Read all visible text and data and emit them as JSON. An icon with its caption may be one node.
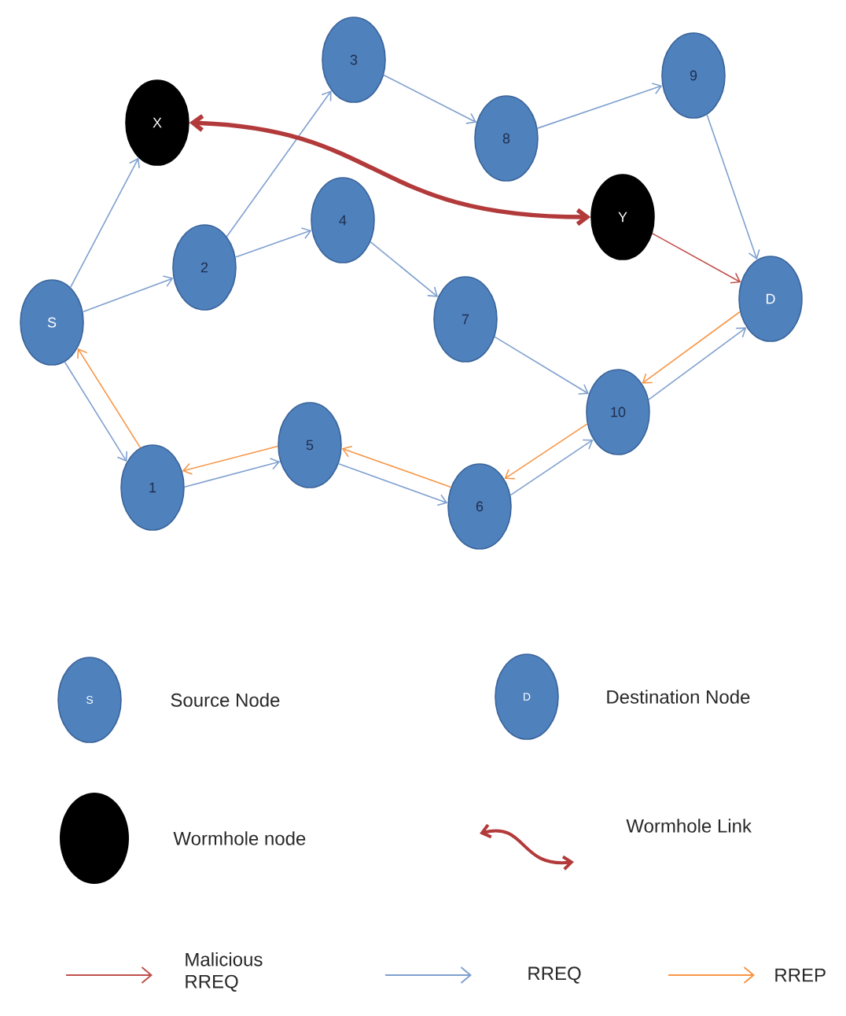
{
  "diagram": {
    "nodes": [
      {
        "text": [
          "X"
        ]
      },
      {
        "text": [
          "3"
        ]
      },
      {
        "text": [
          "8"
        ]
      },
      {
        "text": [
          "9"
        ]
      },
      {
        "text": [
          "2"
        ]
      },
      {
        "text": [
          "4"
        ]
      },
      {
        "text": [
          "Y"
        ]
      },
      {
        "text": [
          "S"
        ]
      },
      {
        "text": [
          "D"
        ]
      },
      {
        "text": [
          "7"
        ]
      },
      {
        "text": [
          "10"
        ]
      },
      {
        "text": [
          "1"
        ]
      },
      {
        "text": [
          "5"
        ]
      },
      {
        "text": [
          "6"
        ]
      }
    ],
    "edges": [
      {
        "from": 7,
        "to": 0,
        "arrow": "to"
      },
      {
        "from": 7,
        "to": 4,
        "arrow": "to"
      },
      {
        "from": 4,
        "to": 1,
        "arrow": "to"
      },
      {
        "from": 4,
        "to": 5,
        "arrow": "to"
      },
      {
        "from": 1,
        "to": 2,
        "arrow": "to"
      },
      {
        "from": 2,
        "to": 3,
        "arrow": "to"
      },
      {
        "from": 3,
        "to": 8,
        "arrow": "to"
      },
      {
        "from": 5,
        "to": 9,
        "arrow": "to"
      },
      {
        "from": 9,
        "to": 10,
        "arrow": "to"
      },
      {
        "from": 10,
        "to": 8,
        "arrow": "to"
      },
      {
        "from": 7,
        "to": 11,
        "arrow": "to"
      },
      {
        "from": 11,
        "to": 12,
        "arrow": "to"
      },
      {
        "from": 12,
        "to": 13,
        "arrow": "to"
      },
      {
        "from": 13,
        "to": 10,
        "arrow": "to"
      },
      {
        "from": 8,
        "to": 10,
        "arrow": "to",
        "color": "#f79646"
      },
      {
        "from": 10,
        "to": 13,
        "arrow": "to",
        "color": "#f79646"
      },
      {
        "from": 13,
        "to": 12,
        "arrow": "to",
        "color": "#f79646"
      },
      {
        "from": 12,
        "to": 11,
        "arrow": "to",
        "color": "#f79646"
      },
      {
        "from": 11,
        "to": 7,
        "arrow": "to",
        "color": "#f79646"
      },
      {
        "from": 6,
        "to": 8,
        "arrow": "to",
        "color": "#c0504d"
      },
      {
        "from": 0,
        "to": 6,
        "arrow": "both",
        "style": "thick",
        "color": "#b23a3a"
      }
    ],
    "labels": [
      "S",
      "D"
    ],
    "legend": [
      {
        "text": "Source Node"
      },
      {
        "text": "Destination Node"
      },
      {
        "text": "Wormhole node"
      },
      {
        "text": "Wormhole Link"
      },
      {
        "text": "Malicious RREQ"
      },
      {
        "text": "RREQ"
      },
      {
        "text": "RREP"
      }
    ]
  }
}
